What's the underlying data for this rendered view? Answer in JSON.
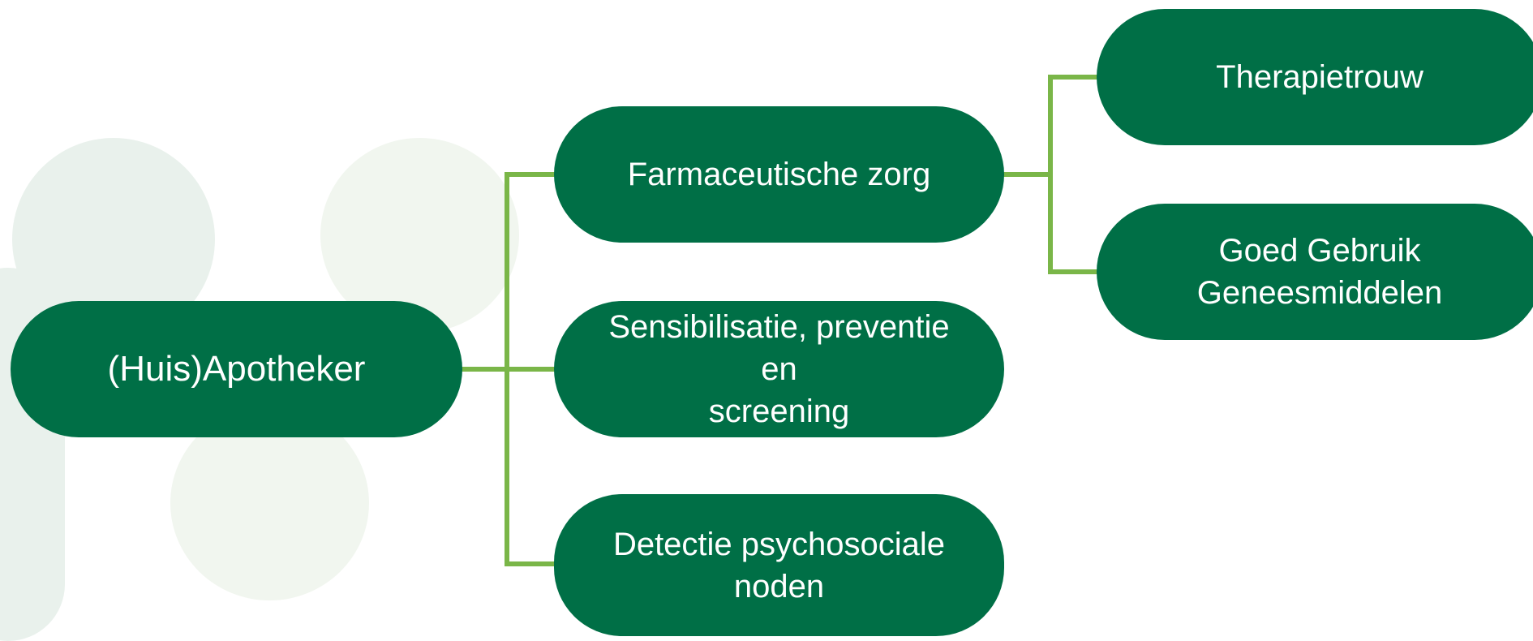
{
  "colors": {
    "node_fill": "#006f46",
    "node_text": "#ffffff",
    "connector": "#7ab648",
    "background_shape_a": "#e8f1ec",
    "background_shape_b": "#f0f5ee"
  },
  "diagram": {
    "root": {
      "label": "(Huis)Apotheker"
    },
    "level1": [
      {
        "label": "Farmaceutische zorg"
      },
      {
        "label": "Sensibilisatie, preventie en\nscreening"
      },
      {
        "label": "Detectie psychosociale\nnoden"
      }
    ],
    "level2": [
      {
        "label": "Therapietrouw"
      },
      {
        "label": "Goed Gebruik\nGeneesmiddelen"
      }
    ]
  }
}
